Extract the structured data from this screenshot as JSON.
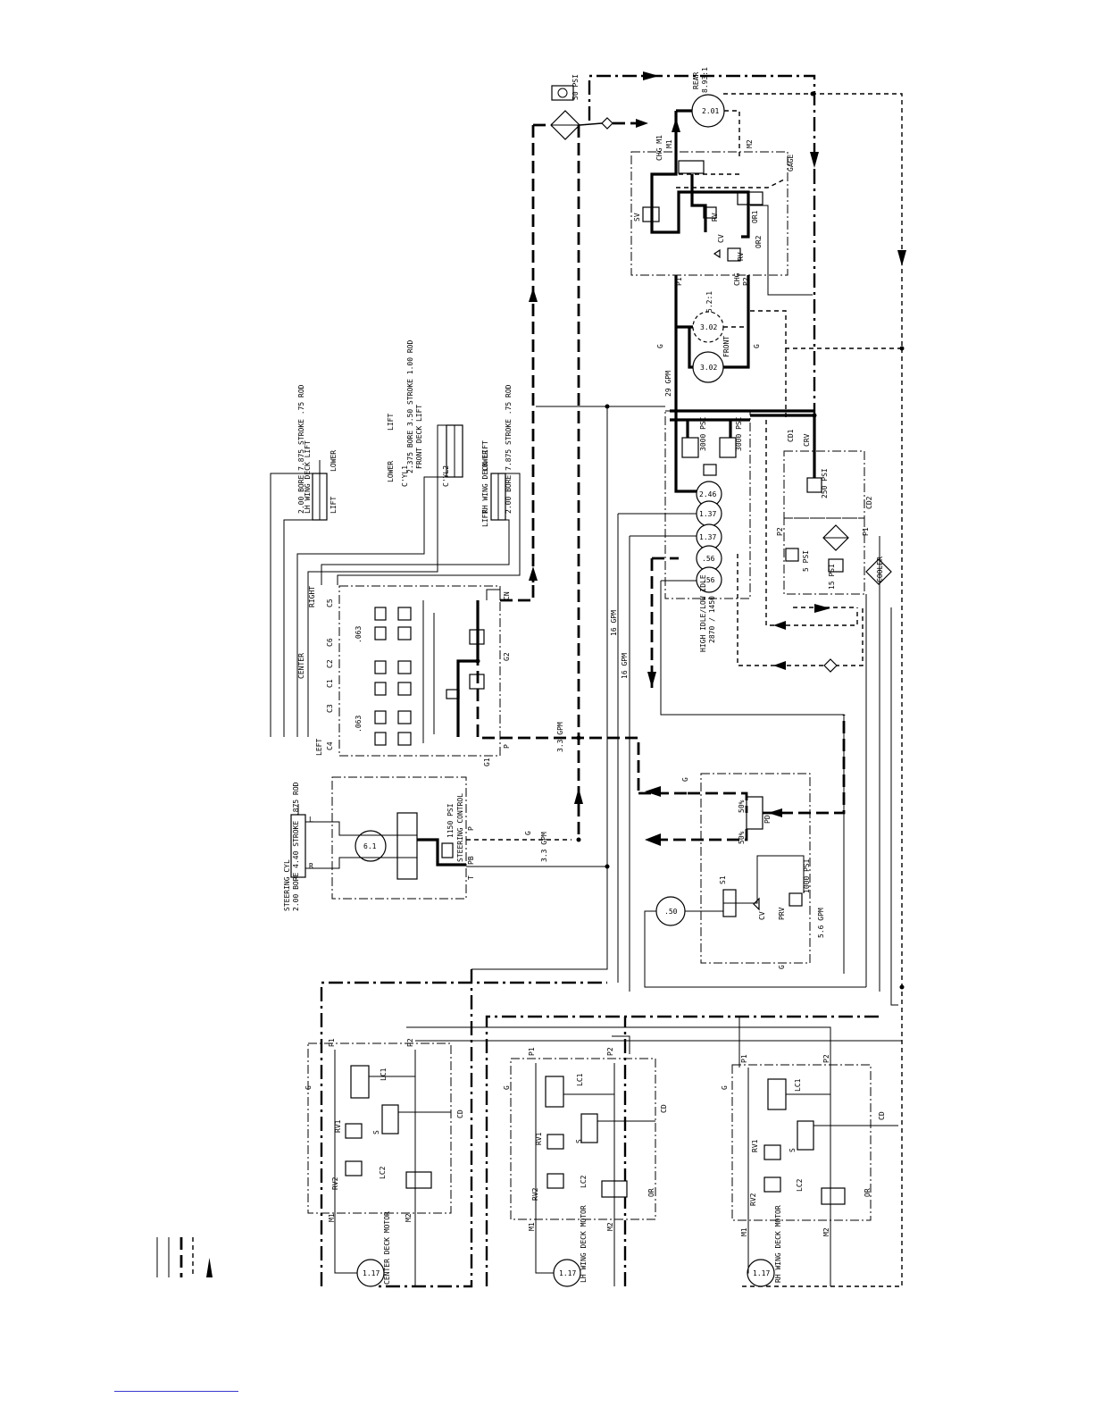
{
  "labels": {
    "rear_motor": "REAR",
    "rear_ratio": "8.93:1",
    "rear_disp": "2.01",
    "front_motor": "FRONT",
    "front_ratio": "5.2:1",
    "front_disp_a": "3.02",
    "front_disp_b": "3.02",
    "psi_50": "50 PSI",
    "chg_m1": "CHG M1",
    "m1": "M1",
    "m2": "M2",
    "gage": "GAGE",
    "p1": "P1",
    "p2": "P2",
    "chg": "CHG",
    "sv": "SV",
    "rv": "RV",
    "or1": "OR1",
    "or2": "OR2",
    "cv": "CV",
    "rv_b": "RV",
    "gpm_29": "29 GPM",
    "g": "G",
    "lh_wing_lift": "LH WING DECK LIFT",
    "lh_wing_spec": "2.00 BORE 7.875 STROKE .75 ROD",
    "front_lift": "FRONT DECK LIFT",
    "front_lift_spec": "2.375 BORE 3.50 STROKE 1.00 ROD",
    "rh_wing_lift": "RH WING DECK LIFT",
    "rh_wing_spec": "2.00 BORE 7.875 STROKE .75 ROD",
    "lift": "LIFT",
    "lower": "LOWER",
    "cyl1": "C'YL1",
    "cyl2": "C'YL2",
    "steering_cyl": "STEERING CYL",
    "steering_spec": "2.00 BORE 4.40 STROKE .875 ROD",
    "steering_control": "STEERING CONTROL",
    "psi_1150": "1150 PSI",
    "pb": "PB",
    "t": "T",
    "p": "P",
    "r": "R",
    "l": "L",
    "disp_61": "6.1",
    "gpm_33": "3.3 GPM",
    "gpm_33b": "3.3 GPM",
    "gpm_16a": "16 GPM",
    "gpm_16b": "16 GPM",
    "gpm_56": "5.6 GPM",
    "left": "LEFT",
    "center": "CENTER",
    "right": "RIGHT",
    "c1": "C1",
    "c2": "C2",
    "c3": "C3",
    "c4": "C4",
    "c5": "C5",
    "c6": "C6",
    "orifice_063a": ".063",
    "orifice_063b": ".063",
    "g1": "G1",
    "g2": "G2",
    "cn": "CN",
    "high_idle": "HIGH IDLE/LOW IDLE",
    "rpm": "2870 / 1450",
    "pump_246": "2.46",
    "pump_137a": "1.37",
    "pump_137b": "1.37",
    "pump_56a": ".56",
    "pump_56b": ".56",
    "psi_3000a": "3000 PSI",
    "psi_3000b": "3000 PSI",
    "psi_250": "250 PSI",
    "psi_5": "5 PSI",
    "psi_15": "15 PSI",
    "cd1": "CD1",
    "cd2": "CD2",
    "chg_rv": "CRV",
    "disp_50": ".50",
    "s1": "S1",
    "prv": "PRV",
    "psi_1000": "1000 PSI",
    "pd": "PD",
    "pct_50a": "50%",
    "pct_50b": "50%",
    "center_deck_motor": "CENTER DECK MOTOR",
    "lh_wing_deck_motor": "LH WING DECK MOTOR",
    "rh_wing_deck_motor": "RH WING DECK MOTOR",
    "motor_disp": "1.17",
    "lc1": "LC1",
    "lc2": "LC2",
    "rv1": "RV1",
    "rv2": "RV2",
    "s": "S",
    "or": "OR",
    "cd": "CD",
    "cooler": "COOLER"
  }
}
